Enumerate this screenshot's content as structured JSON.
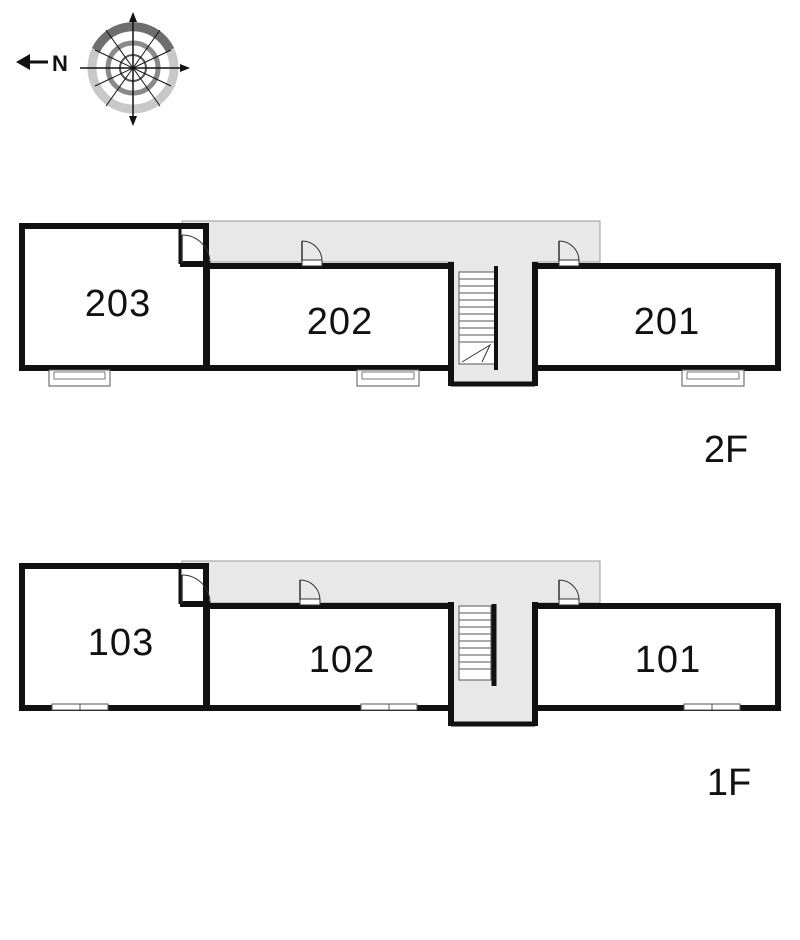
{
  "compass": {
    "north_letter": "N",
    "icon": "compass-rose-icon"
  },
  "floors": [
    {
      "label": "2F",
      "rooms": [
        {
          "number": "203"
        },
        {
          "number": "202"
        },
        {
          "number": "201"
        }
      ]
    },
    {
      "label": "1F",
      "rooms": [
        {
          "number": "103"
        },
        {
          "number": "102"
        },
        {
          "number": "101"
        }
      ]
    }
  ],
  "colors": {
    "wall": "#111111",
    "corridor": "#e8e8e8",
    "corridor_edge": "#9a9a9a",
    "compass_ring_dark": "#6e6e6e",
    "compass_ring_light": "#c8c8c8"
  }
}
